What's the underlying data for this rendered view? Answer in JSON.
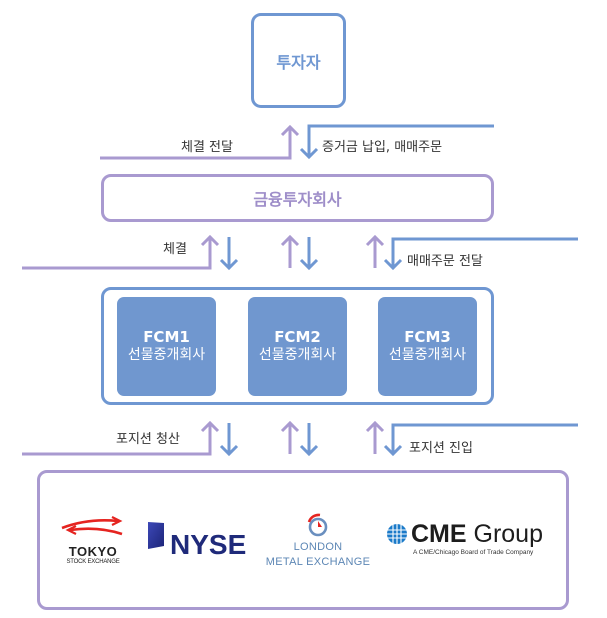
{
  "colors": {
    "blue": "#6f97d2",
    "purple": "#a99ad0",
    "fcm_fill": "#7097cf",
    "label_text": "#333333"
  },
  "nodes": {
    "investor": "투자자",
    "broker": "금융투자회사",
    "fcms": [
      {
        "code": "FCM1",
        "name": "선물중개회사"
      },
      {
        "code": "FCM2",
        "name": "선물중개회사"
      },
      {
        "code": "FCM3",
        "name": "선물중개회사"
      }
    ]
  },
  "flows": {
    "investor_broker_up": "체결 전달",
    "investor_broker_down": "증거금 납입, 매매주문",
    "broker_fcm_up": "체결",
    "broker_fcm_down": "매매주문 전달",
    "fcm_exchange_up": "포지션 청산",
    "fcm_exchange_down": "포지션 진입"
  },
  "exchanges": {
    "tokyo": {
      "name": "TOKYO",
      "sub": "STOCK EXCHANGE"
    },
    "nyse": {
      "name": "NYSE"
    },
    "lme": {
      "line1": "LONDON",
      "line2": "METAL EXCHANGE"
    },
    "cme": {
      "bold": "CME",
      "light": " Group",
      "sub": "A CME/Chicago Board of Trade Company"
    }
  }
}
